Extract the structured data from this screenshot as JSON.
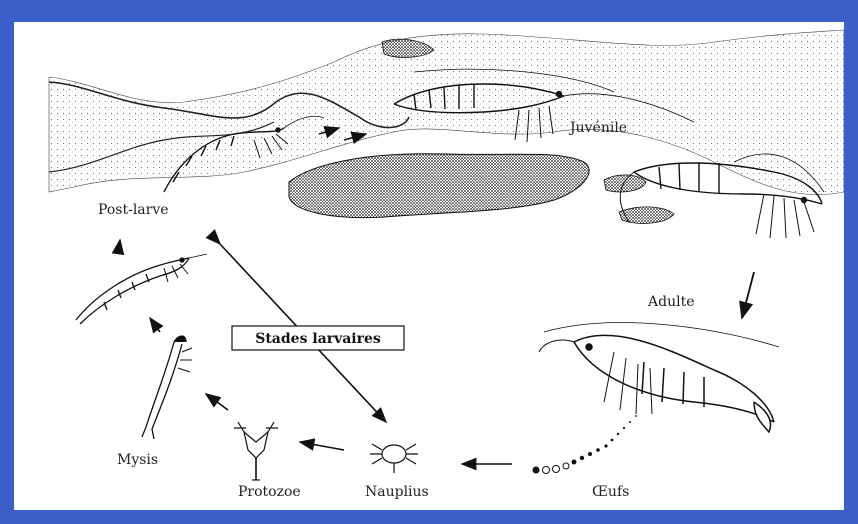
{
  "diagram": {
    "labels": {
      "post_larve": "Post-larve",
      "juvenile": "Juvénile",
      "adulte": "Adulte",
      "oeufs": "Œufs",
      "nauplius": "Nauplius",
      "protozoe": "Protozoe",
      "mysis": "Mysis",
      "stades_larvaires": "Stades larvaires"
    },
    "colors": {
      "frame": "#3a5fc8",
      "panel": "#ffffff",
      "ink": "#111111"
    }
  }
}
